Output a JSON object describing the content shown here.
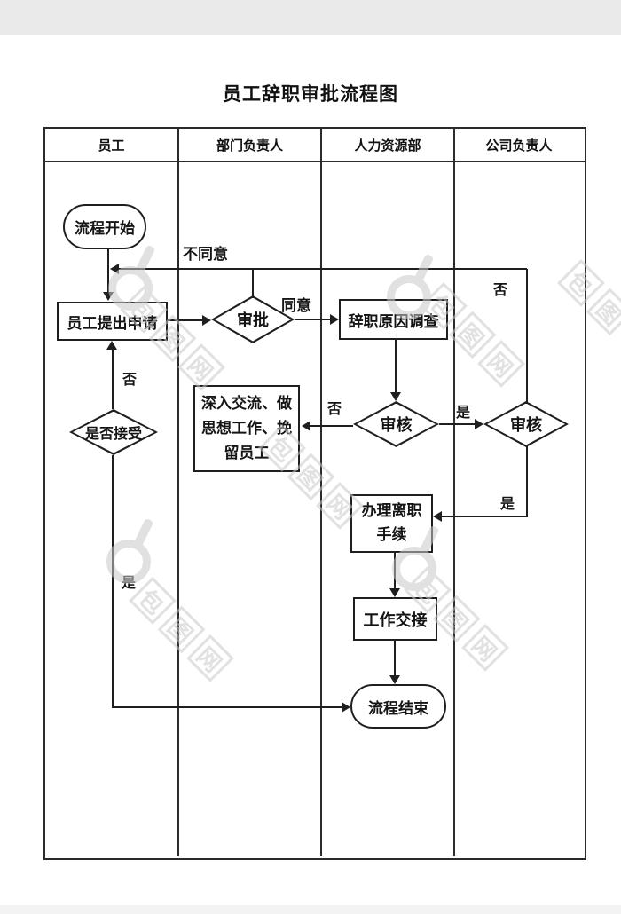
{
  "title": "员工辞职审批流程图",
  "lanes": [
    "员工",
    "部门负责人",
    "人力资源部",
    "公司负责人"
  ],
  "nodes": {
    "start": "流程开始",
    "apply": "员工提出申请",
    "approve": "审批",
    "investigate": "辞职原因调查",
    "hr_review": "审核",
    "retain": "深入交流、做思想工作、挽留员工",
    "accept": "是否接受",
    "company_review": "审核",
    "procedures": "办理离职手续",
    "handover": "工作交接",
    "end": "流程结束"
  },
  "edge_labels": {
    "approve_no": "不同意",
    "approve_yes": "同意",
    "hr_no": "否",
    "hr_yes": "是",
    "company_no": "否",
    "company_yes": "是",
    "accept_no": "否",
    "accept_yes": "是"
  },
  "watermark": {
    "chars": [
      "包",
      "图",
      "网"
    ]
  },
  "colors": {
    "line": "#1f1f1f",
    "watermark": "#c9c9c9",
    "top_band": "#eaeaea"
  }
}
